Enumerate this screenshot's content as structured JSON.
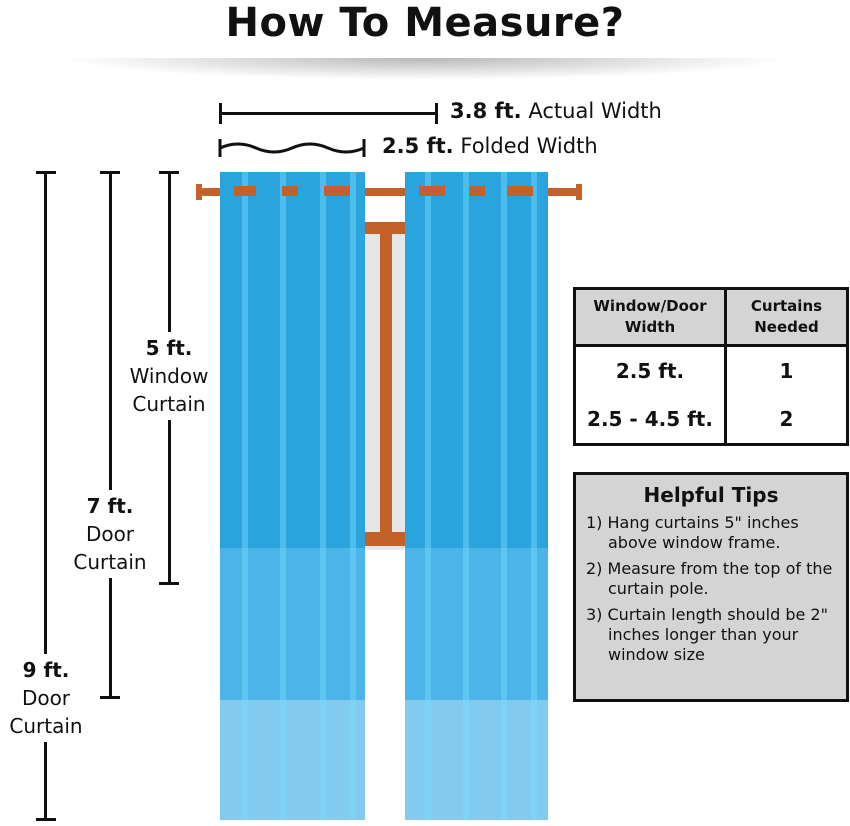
{
  "title": "How To Measure?",
  "width_dims": {
    "actual": {
      "value": "3.8 ft.",
      "label": "Actual Width"
    },
    "folded": {
      "value": "2.5 ft.",
      "label": "Folded Width"
    }
  },
  "height_dims": [
    {
      "value": "5 ft.",
      "line1": "Window",
      "line2": "Curtain"
    },
    {
      "value": "7 ft.",
      "line1": "Door",
      "line2": "Curtain"
    },
    {
      "value": "9 ft.",
      "line1": "Door",
      "line2": "Curtain"
    }
  ],
  "table": {
    "headers": [
      "Window/Door Width",
      "Curtains Needed"
    ],
    "rows": [
      [
        "2.5 ft.",
        "1"
      ],
      [
        "2.5 - 4.5 ft.",
        "2"
      ]
    ]
  },
  "tips": {
    "title": "Helpful Tips",
    "items": [
      "1) Hang curtains 5\" inches above window frame.",
      "2) Measure from the top of the curtain pole.",
      "3) Curtain length should be 2\" inches longer than your window size"
    ]
  },
  "colors": {
    "curtain": "#2aa4dd",
    "rod": "#c2612a",
    "panel": "#d4d4d4"
  }
}
